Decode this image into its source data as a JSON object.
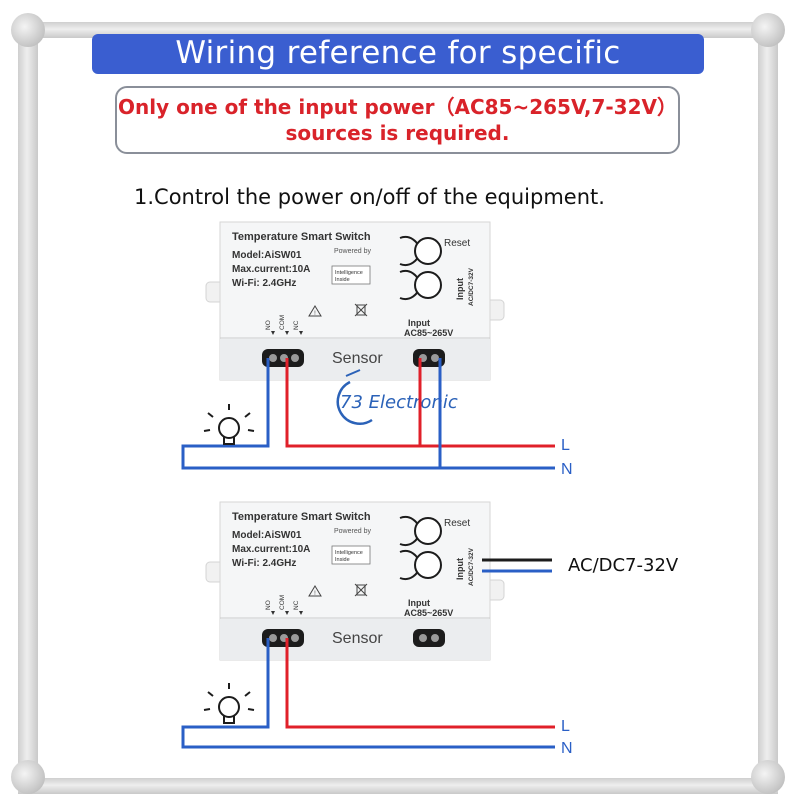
{
  "header": {
    "title": "Wiring reference for specific applications"
  },
  "note": {
    "line1": "Only one of the input power（AC85~265V,7-32V）",
    "line2": "sources is required."
  },
  "section": {
    "title": "1.Control the power on/off of the equipment."
  },
  "device": {
    "name": "Temperature Smart Switch",
    "model": "Model:AiSW01",
    "current": "Max.current:10A",
    "wifi": "Wi-Fi: 2.4GHz",
    "powered_by": "Powered by",
    "intelligence_line1": "Intelligence",
    "intelligence_line2": "Inside",
    "reset": "Reset",
    "input_dc_label": "Input",
    "input_dc_value": "AC/DC7-32V",
    "input_ac_label": "Input",
    "input_ac_value": "AC85~265V",
    "terminal_no": "NO",
    "terminal_com": "COM",
    "terminal_nc": "NC",
    "sensor": "Sensor"
  },
  "watermark": {
    "text": "73 Electronic"
  },
  "wires": {
    "live": "L",
    "neutral": "N",
    "dc_source": "AC/DC7-32V"
  },
  "colors": {
    "title_bg": "#3a5ed0",
    "note_text": "#d9232a",
    "live_wire": "#e0202a",
    "neutral_wire": "#2a5fc6",
    "watermark": "#2b62b8"
  }
}
